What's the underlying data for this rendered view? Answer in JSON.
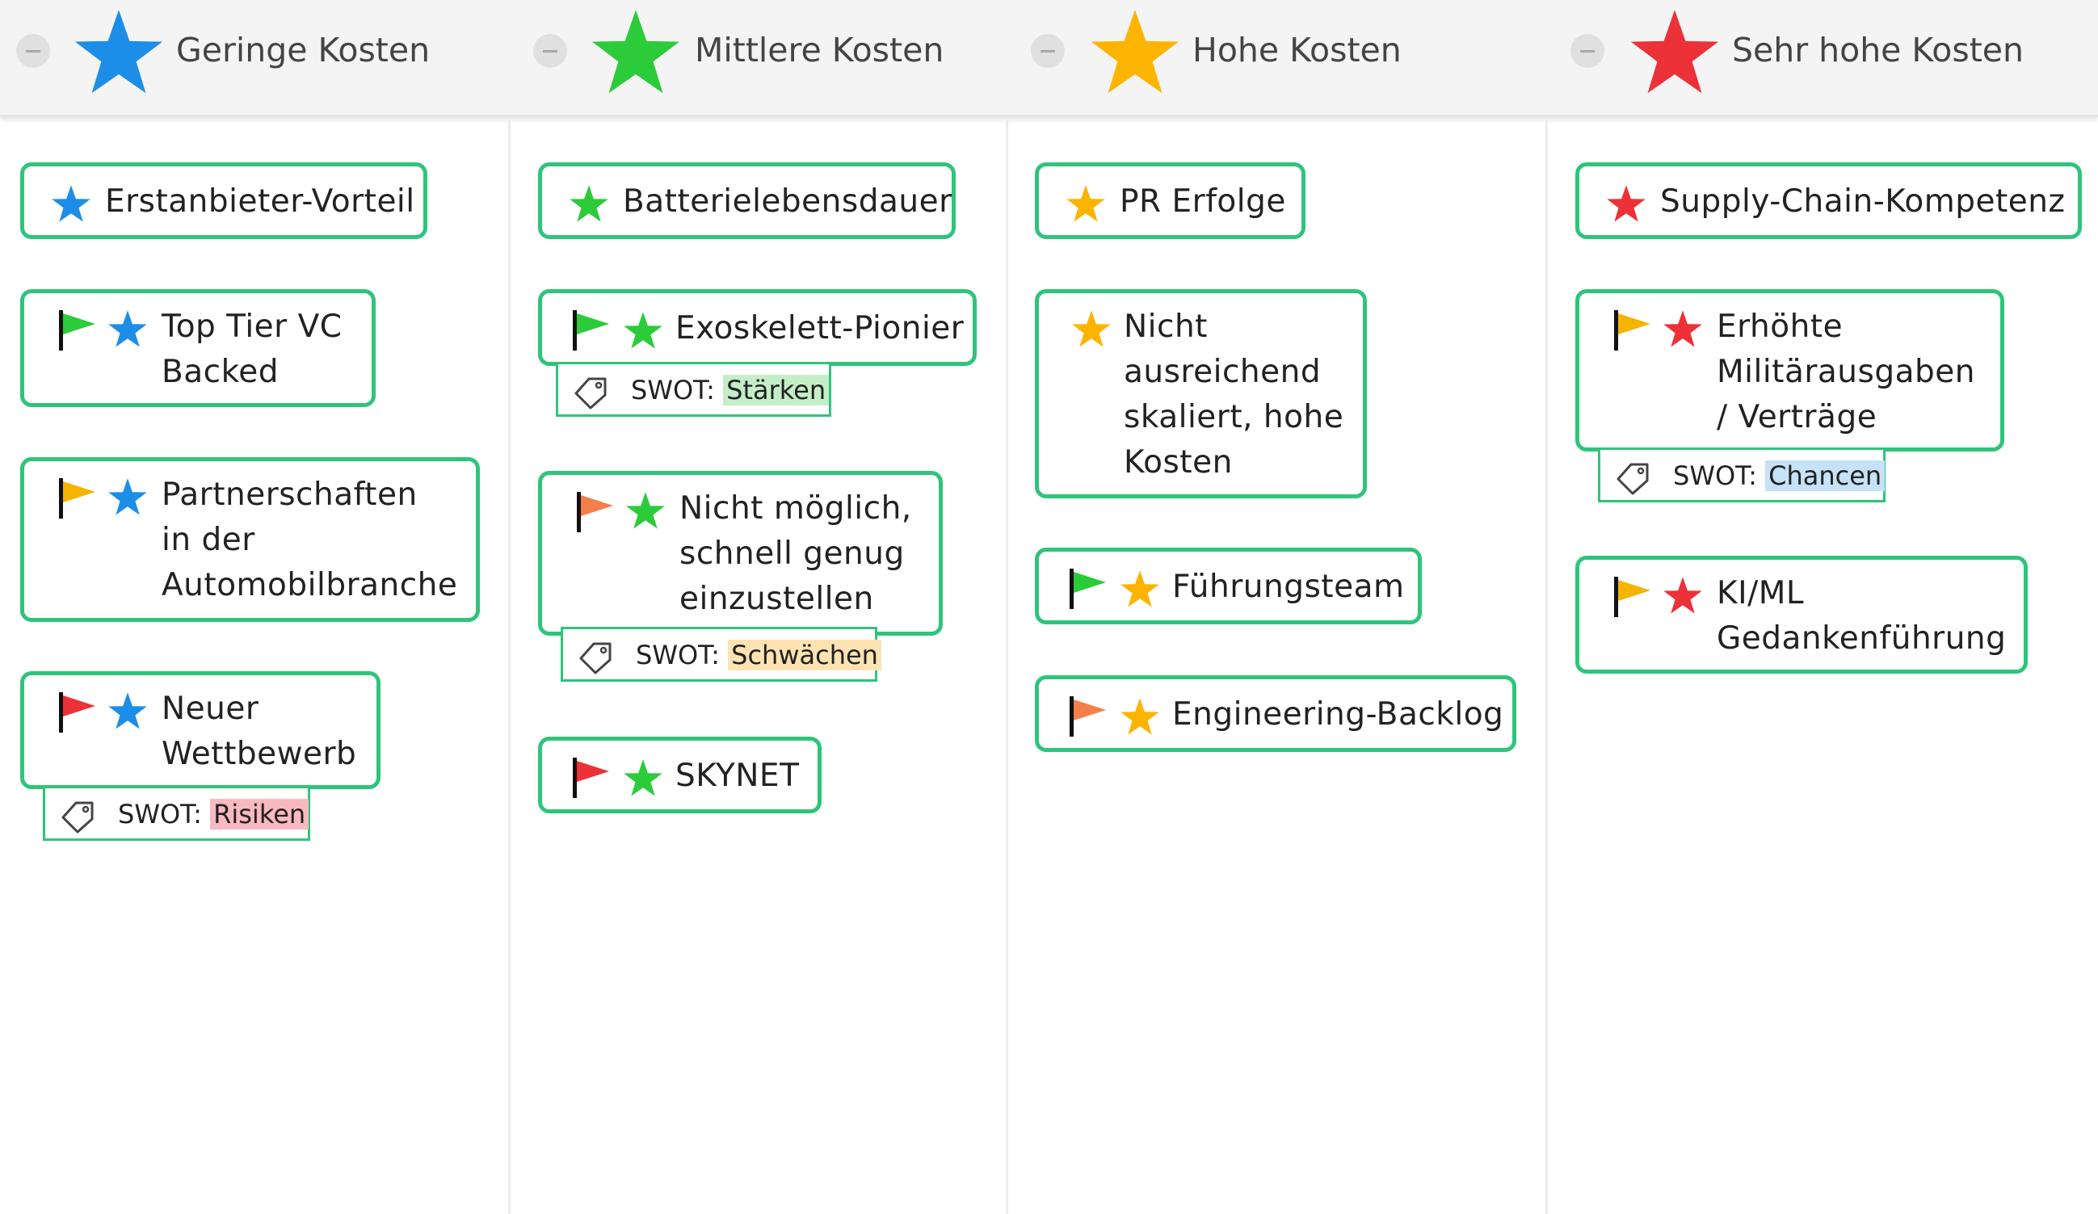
{
  "colors": {
    "blue": "#1d8ee8",
    "green": "#2ccb3a",
    "orange": "#fdb400",
    "red": "#ec3138",
    "border": "#2fc47b"
  },
  "columns": [
    {
      "title": "Geringe Kosten",
      "star_color": "blue",
      "cards": [
        {
          "text": "Erstanbieter-Vorteil",
          "flag": null
        },
        {
          "text": "Top Tier VC\nBacked",
          "flag": "green"
        },
        {
          "text": "Partnerschaften\nin der\nAutomobilbranche",
          "flag": "yellow"
        },
        {
          "text": "Neuer\nWettbewerb",
          "flag": "red",
          "tag": {
            "prefix": "SWOT:",
            "value": "Risiken",
            "highlight": "#f9b9c1"
          }
        }
      ]
    },
    {
      "title": "Mittlere Kosten",
      "star_color": "green",
      "cards": [
        {
          "text": "Batterielebensdauer",
          "flag": null
        },
        {
          "text": "Exoskelett-Pionier",
          "flag": "green",
          "tag": {
            "prefix": "SWOT:",
            "value": "Stärken",
            "highlight": "#c4eec8"
          }
        },
        {
          "text": "Nicht möglich,\nschnell genug\neinzustellen",
          "flag": "orange",
          "tag": {
            "prefix": "SWOT:",
            "value": "Schwächen",
            "highlight": "#fde3b2"
          }
        },
        {
          "text": "SKYNET",
          "flag": "red"
        }
      ]
    },
    {
      "title": "Hohe Kosten",
      "star_color": "orange",
      "cards": [
        {
          "text": "PR Erfolge",
          "flag": null
        },
        {
          "text": "Nicht\nausreichend\nskaliert, hohe\nKosten",
          "flag": null
        },
        {
          "text": "Führungsteam",
          "flag": "green"
        },
        {
          "text": "Engineering-Backlog",
          "flag": "orange"
        }
      ]
    },
    {
      "title": "Sehr hohe Kosten",
      "star_color": "red",
      "cards": [
        {
          "text": "Supply-Chain-Kompetenz",
          "flag": null
        },
        {
          "text": "Erhöhte\nMilitärausgaben\n/ Verträge",
          "flag": "yellow",
          "tag": {
            "prefix": "SWOT:",
            "value": "Chancen",
            "highlight": "#c5e2f7"
          }
        },
        {
          "text": "KI/ML\nGedankenführung",
          "flag": "yellow"
        }
      ]
    }
  ]
}
